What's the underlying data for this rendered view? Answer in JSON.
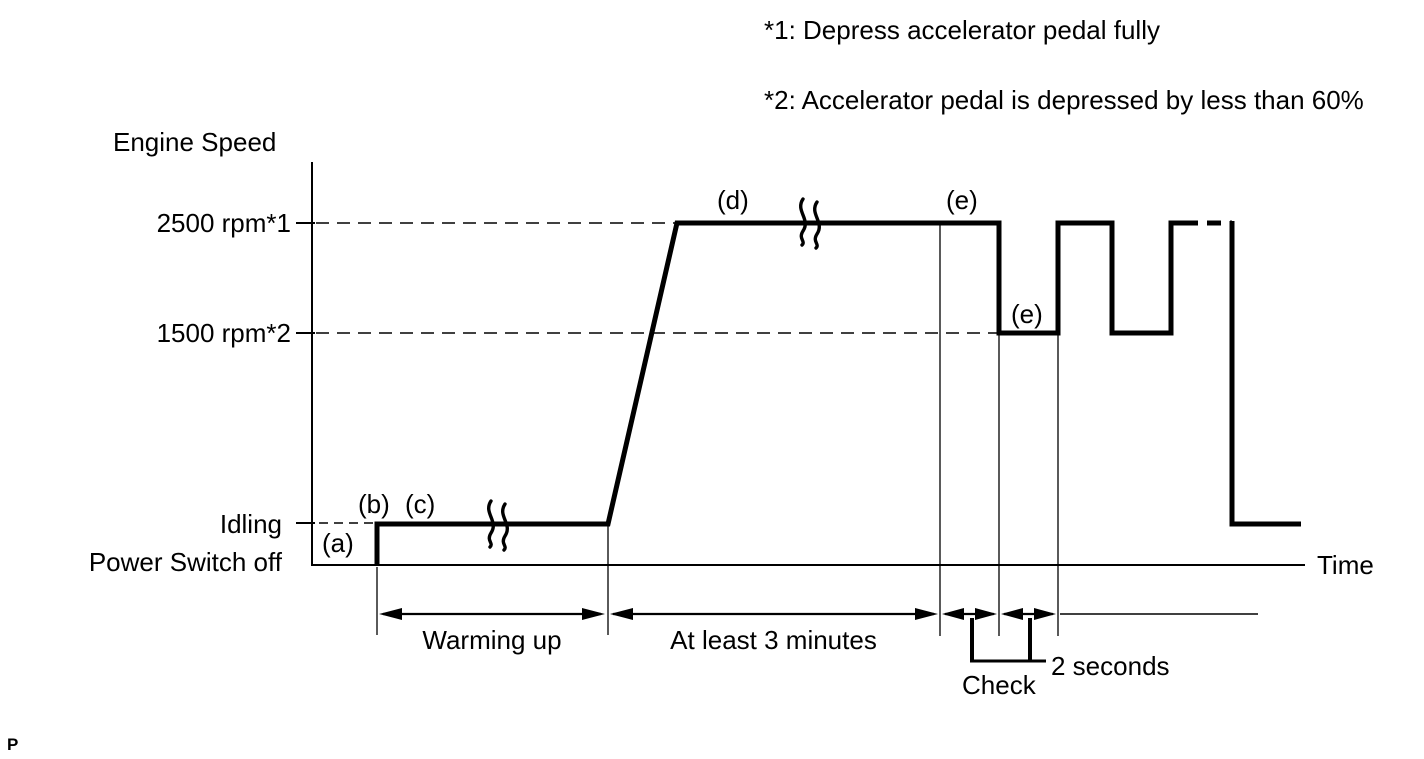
{
  "notes": {
    "note1": "*1: Depress accelerator pedal fully",
    "note2": "*2: Accelerator pedal is depressed by less than 60%"
  },
  "axes": {
    "y_axis_title": "Engine Speed",
    "x_axis_title": "Time",
    "tick_2500": "2500 rpm*1",
    "tick_1500": "1500 rpm*2",
    "tick_idling": "Idling",
    "tick_power_off": "Power Switch off"
  },
  "point_labels": {
    "a": "(a)",
    "b": "(b)",
    "c": "(c)",
    "d": "(d)",
    "e_high": "(e)",
    "e_low": "(e)"
  },
  "intervals": {
    "warming_up": "Warming up",
    "three_minutes": "At least 3 minutes",
    "two_seconds": "2 seconds",
    "check": "Check"
  },
  "footer": {
    "page_mark": "P"
  },
  "chart_data": {
    "type": "line",
    "title": "",
    "xlabel": "Time",
    "ylabel": "Engine Speed",
    "y_levels": [
      "Power Switch off",
      "Idling",
      "1500 rpm*2",
      "2500 rpm*1"
    ],
    "grid": "dashed reference lines at 2500 rpm and 1500 rpm",
    "legend_position": "none",
    "sequence": [
      {
        "point": "(a)",
        "level": "Power Switch off"
      },
      {
        "point": "(b)",
        "level": "Idling"
      },
      {
        "point": "(c)",
        "level": "Idling",
        "duration": "Warming up"
      },
      {
        "point": "(d)",
        "level": "2500 rpm*1",
        "duration": "At least 3 minutes"
      },
      {
        "point": "(e)",
        "level": "2500 rpm*1",
        "duration": "2 seconds"
      },
      {
        "point": "(e)",
        "level": "1500 rpm*2",
        "duration": "2 seconds"
      },
      {
        "note": "levels alternate 2500 rpm / 1500 rpm (Check), then engine returns to Idling"
      }
    ],
    "annotations": [
      "Warming up",
      "At least 3 minutes",
      "Check",
      "2 seconds",
      "*1: Depress accelerator pedal fully",
      "*2: Accelerator pedal is depressed by less than 60%"
    ]
  }
}
